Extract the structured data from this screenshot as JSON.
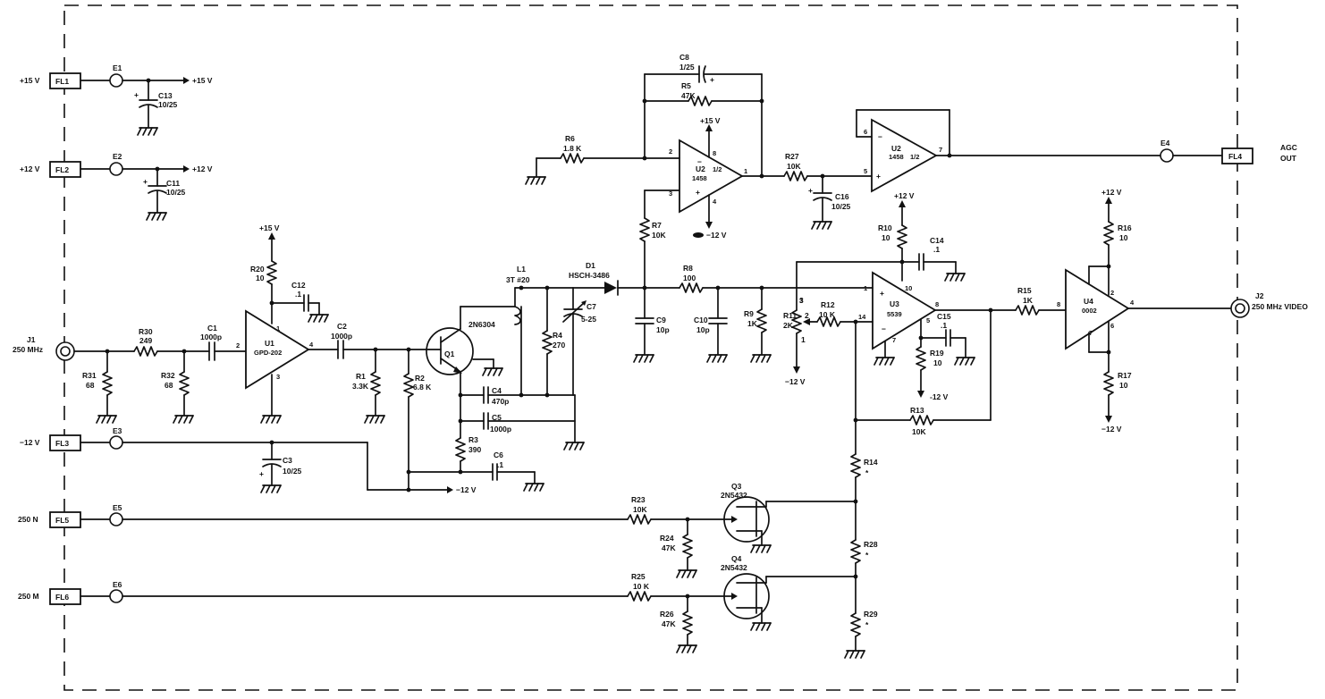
{
  "connectors": {
    "fl1": {
      "supply": "+15 V",
      "id": "FL1",
      "terminal": "E1"
    },
    "fl2": {
      "supply": "+12 V",
      "id": "FL2",
      "terminal": "E2"
    },
    "fl3": {
      "supply": "−12 V",
      "id": "FL3",
      "terminal": "E3"
    },
    "fl5": {
      "supply": "250 N",
      "id": "FL5",
      "terminal": "E5"
    },
    "fl6": {
      "supply": "250 M",
      "id": "FL6",
      "terminal": "E6"
    },
    "fl4": {
      "id": "FL4",
      "terminal": "E4",
      "label1": "AGC",
      "label2": "OUT"
    },
    "j1": {
      "name": "J1",
      "freq": "250 MHz"
    },
    "j2": {
      "name": "J2",
      "label": "250 MHz VIDEO"
    }
  },
  "rails": {
    "p15": "+15 V",
    "p12": "+12 V",
    "m12": "−12 V",
    "m12b": "-12 V"
  },
  "caps": {
    "c13": {
      "name": "C13",
      "value": "10/25"
    },
    "c11": {
      "name": "C11",
      "value": "10/25"
    },
    "c3": {
      "name": "C3",
      "value": "10/25"
    },
    "c12": {
      "name": "C12",
      "value": ".1"
    },
    "c1": {
      "name": "C1",
      "value": "1000p"
    },
    "c2": {
      "name": "C2",
      "value": "1000p"
    },
    "c4": {
      "name": "C4",
      "value": "470p"
    },
    "c5": {
      "name": "C5",
      "value": "1000p"
    },
    "c6": {
      "name": "C6",
      "value": ".1"
    },
    "c7": {
      "name": "C7",
      "value": "5-25"
    },
    "c8": {
      "name": "C8",
      "value": "1/25"
    },
    "c9": {
      "name": "C9",
      "value": "10p"
    },
    "c10": {
      "name": "C10",
      "value": "10p"
    },
    "c14": {
      "name": "C14",
      "value": ".1"
    },
    "c15": {
      "name": "C15",
      "value": ".1"
    },
    "c16": {
      "name": "C16",
      "value": "10/25"
    }
  },
  "resistors": {
    "r30": {
      "name": "R30",
      "value": "249"
    },
    "r31": {
      "name": "R31",
      "value": "68"
    },
    "r32": {
      "name": "R32",
      "value": "68"
    },
    "r20": {
      "name": "R20",
      "value": "10"
    },
    "r1": {
      "name": "R1",
      "value": "3.3K"
    },
    "r2": {
      "name": "R2",
      "value": "6.8 K"
    },
    "r3": {
      "name": "R3",
      "value": "390"
    },
    "r4": {
      "name": "R4",
      "value": "270"
    },
    "r5": {
      "name": "R5",
      "value": "47K"
    },
    "r6": {
      "name": "R6",
      "value": "1.8 K"
    },
    "r7": {
      "name": "R7",
      "value": "10K"
    },
    "r8": {
      "name": "R8",
      "value": "100"
    },
    "r9": {
      "name": "R9",
      "value": "1K"
    },
    "r11": {
      "name": "R11",
      "value": "2K"
    },
    "r12": {
      "name": "R12",
      "value": "10 K"
    },
    "r10": {
      "name": "R10",
      "value": "10"
    },
    "r19": {
      "name": "R19",
      "value": "10"
    },
    "r13": {
      "name": "R13",
      "value": "10K"
    },
    "r14": {
      "name": "R14",
      "value": "*"
    },
    "r28": {
      "name": "R28",
      "value": "*"
    },
    "r29": {
      "name": "R29",
      "value": "*"
    },
    "r15": {
      "name": "R15",
      "value": "1K"
    },
    "r16": {
      "name": "R16",
      "value": "10"
    },
    "r17": {
      "name": "R17",
      "value": "10"
    },
    "r23": {
      "name": "R23",
      "value": "10K"
    },
    "r24": {
      "name": "R24",
      "value": "47K"
    },
    "r25": {
      "name": "R25",
      "value": "10 K"
    },
    "r26": {
      "name": "R26",
      "value": "47K"
    },
    "r27": {
      "name": "R27",
      "value": "10K"
    }
  },
  "semis": {
    "u1": {
      "name": "U1",
      "part": "GPD-202"
    },
    "u2a": {
      "name": "U2",
      "part": "1458",
      "half": "1/2"
    },
    "u2b": {
      "name": "U2",
      "part": "1458",
      "half": "1/2"
    },
    "u3": {
      "name": "U3",
      "part": "5539"
    },
    "u4": {
      "name": "U4",
      "part": "0002"
    },
    "q1": {
      "name": "Q1",
      "part": "2N6304"
    },
    "q3": {
      "name": "Q3",
      "part": "2N5432"
    },
    "q4": {
      "name": "Q4",
      "part": "2N5432"
    },
    "d1": {
      "name": "D1",
      "part": "HSCH-3486"
    },
    "l1": {
      "name": "L1",
      "value": "3T #20"
    }
  },
  "pins": {
    "u1": [
      "2",
      "4",
      "1",
      "3"
    ],
    "u2a": [
      "2",
      "3",
      "8",
      "4",
      "1"
    ],
    "u2b": [
      "6",
      "5",
      "7"
    ],
    "u3": [
      "1",
      "3",
      "14",
      "10",
      "8",
      "5",
      "7"
    ],
    "u4": [
      "8",
      "2",
      "4",
      "7",
      "6"
    ],
    "r11": [
      "3",
      "2",
      "1"
    ]
  }
}
